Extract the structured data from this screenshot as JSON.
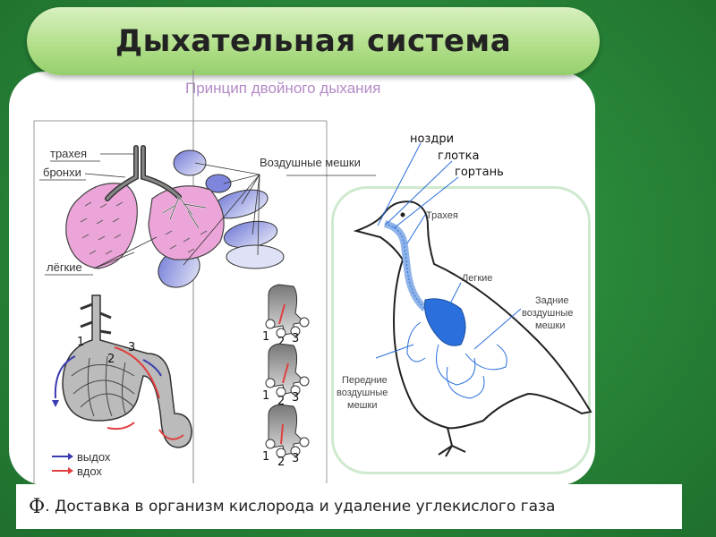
{
  "title": "Дыхательная система",
  "subtitle": "Принцип двойного дыхания",
  "left_labels": {
    "trachea": "трахея",
    "bronchi": "бронхи",
    "air_sacs": "Воздушные мешки",
    "lungs": "лёгкие"
  },
  "numbers": [
    "1",
    "2",
    "3"
  ],
  "legend": {
    "exhale": "выдох",
    "inhale": "вдох",
    "exhale_color": "#3a3ab0",
    "inhale_color": "#e04040"
  },
  "bird_labels": {
    "nostrils": "ноздри",
    "pharynx": "глотка",
    "larynx": "гортань",
    "trachea": "Трахея",
    "lungs": "Легкие",
    "posterior_sacs_1": "Задние",
    "posterior_sacs_2": "воздушные",
    "posterior_sacs_3": "мешки",
    "anterior_sacs_1": "Передние",
    "anterior_sacs_2": "воздушные",
    "anterior_sacs_3": "мешки"
  },
  "caption": {
    "letter": "Ф",
    "text": ". Доставка в организм кислорода и удаление углекислого газа"
  },
  "colors": {
    "lung_pink": "#e9a8d8",
    "air_sac_blue": "#8f97e0",
    "accent_blue": "#2a6fdc"
  }
}
